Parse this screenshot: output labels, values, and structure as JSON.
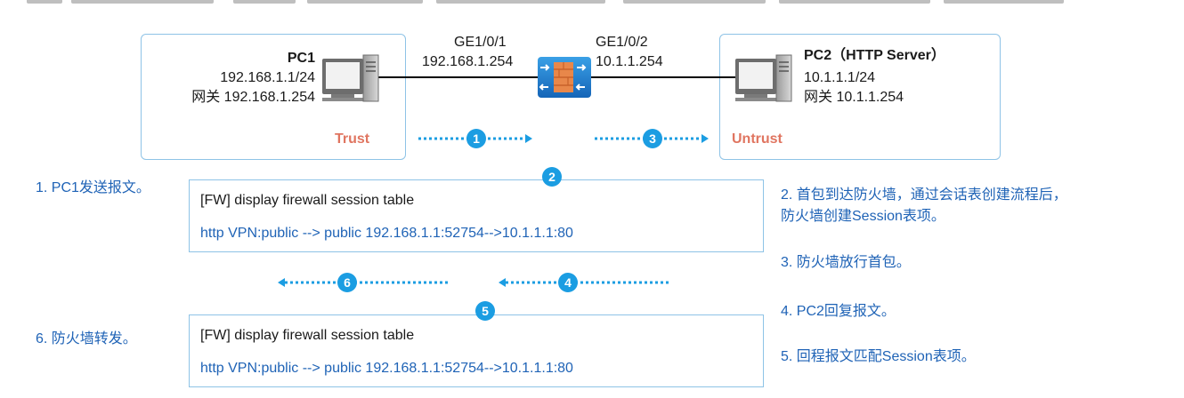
{
  "pc1": {
    "name": "PC1",
    "ip": "192.168.1.1/24",
    "gateway": "网关 192.168.1.254",
    "zone": "Trust"
  },
  "pc2": {
    "name": "PC2（HTTP Server）",
    "ip": "10.1.1.1/24",
    "gateway": "网关 10.1.1.254",
    "zone": "Untrust"
  },
  "firewall": {
    "port1_name": "GE1/0/1",
    "port1_ip": "192.168.1.254",
    "port2_name": "GE1/0/2",
    "port2_ip": "10.1.1.254"
  },
  "badges": [
    "1",
    "2",
    "3",
    "4",
    "5",
    "6"
  ],
  "session_top": {
    "command": "[FW] display firewall session table",
    "entry": "http  VPN:public --> public 192.168.1.1:52754-->10.1.1.1:80"
  },
  "session_bottom": {
    "command": "[FW] display firewall session table",
    "entry": "http  VPN:public --> public 192.168.1.1:52754-->10.1.1.1:80"
  },
  "notes": {
    "left1": "1. PC1发送报文。",
    "left6": "6. 防火墙转发。",
    "right2_line1": "2. 首包到达防火墙，通过会话表创建流程后，",
    "right2_line2": "防火墙创建Session表项。",
    "right3": "3. 防火墙放行首包。",
    "right4": "4. PC2回复报文。",
    "right5": "5. 回程报文匹配Session表项。"
  },
  "colors": {
    "accent_blue": "#1b9de2",
    "box_border": "#8ec3e6",
    "zone_label": "#e07560",
    "note_text": "#1f63b6"
  }
}
